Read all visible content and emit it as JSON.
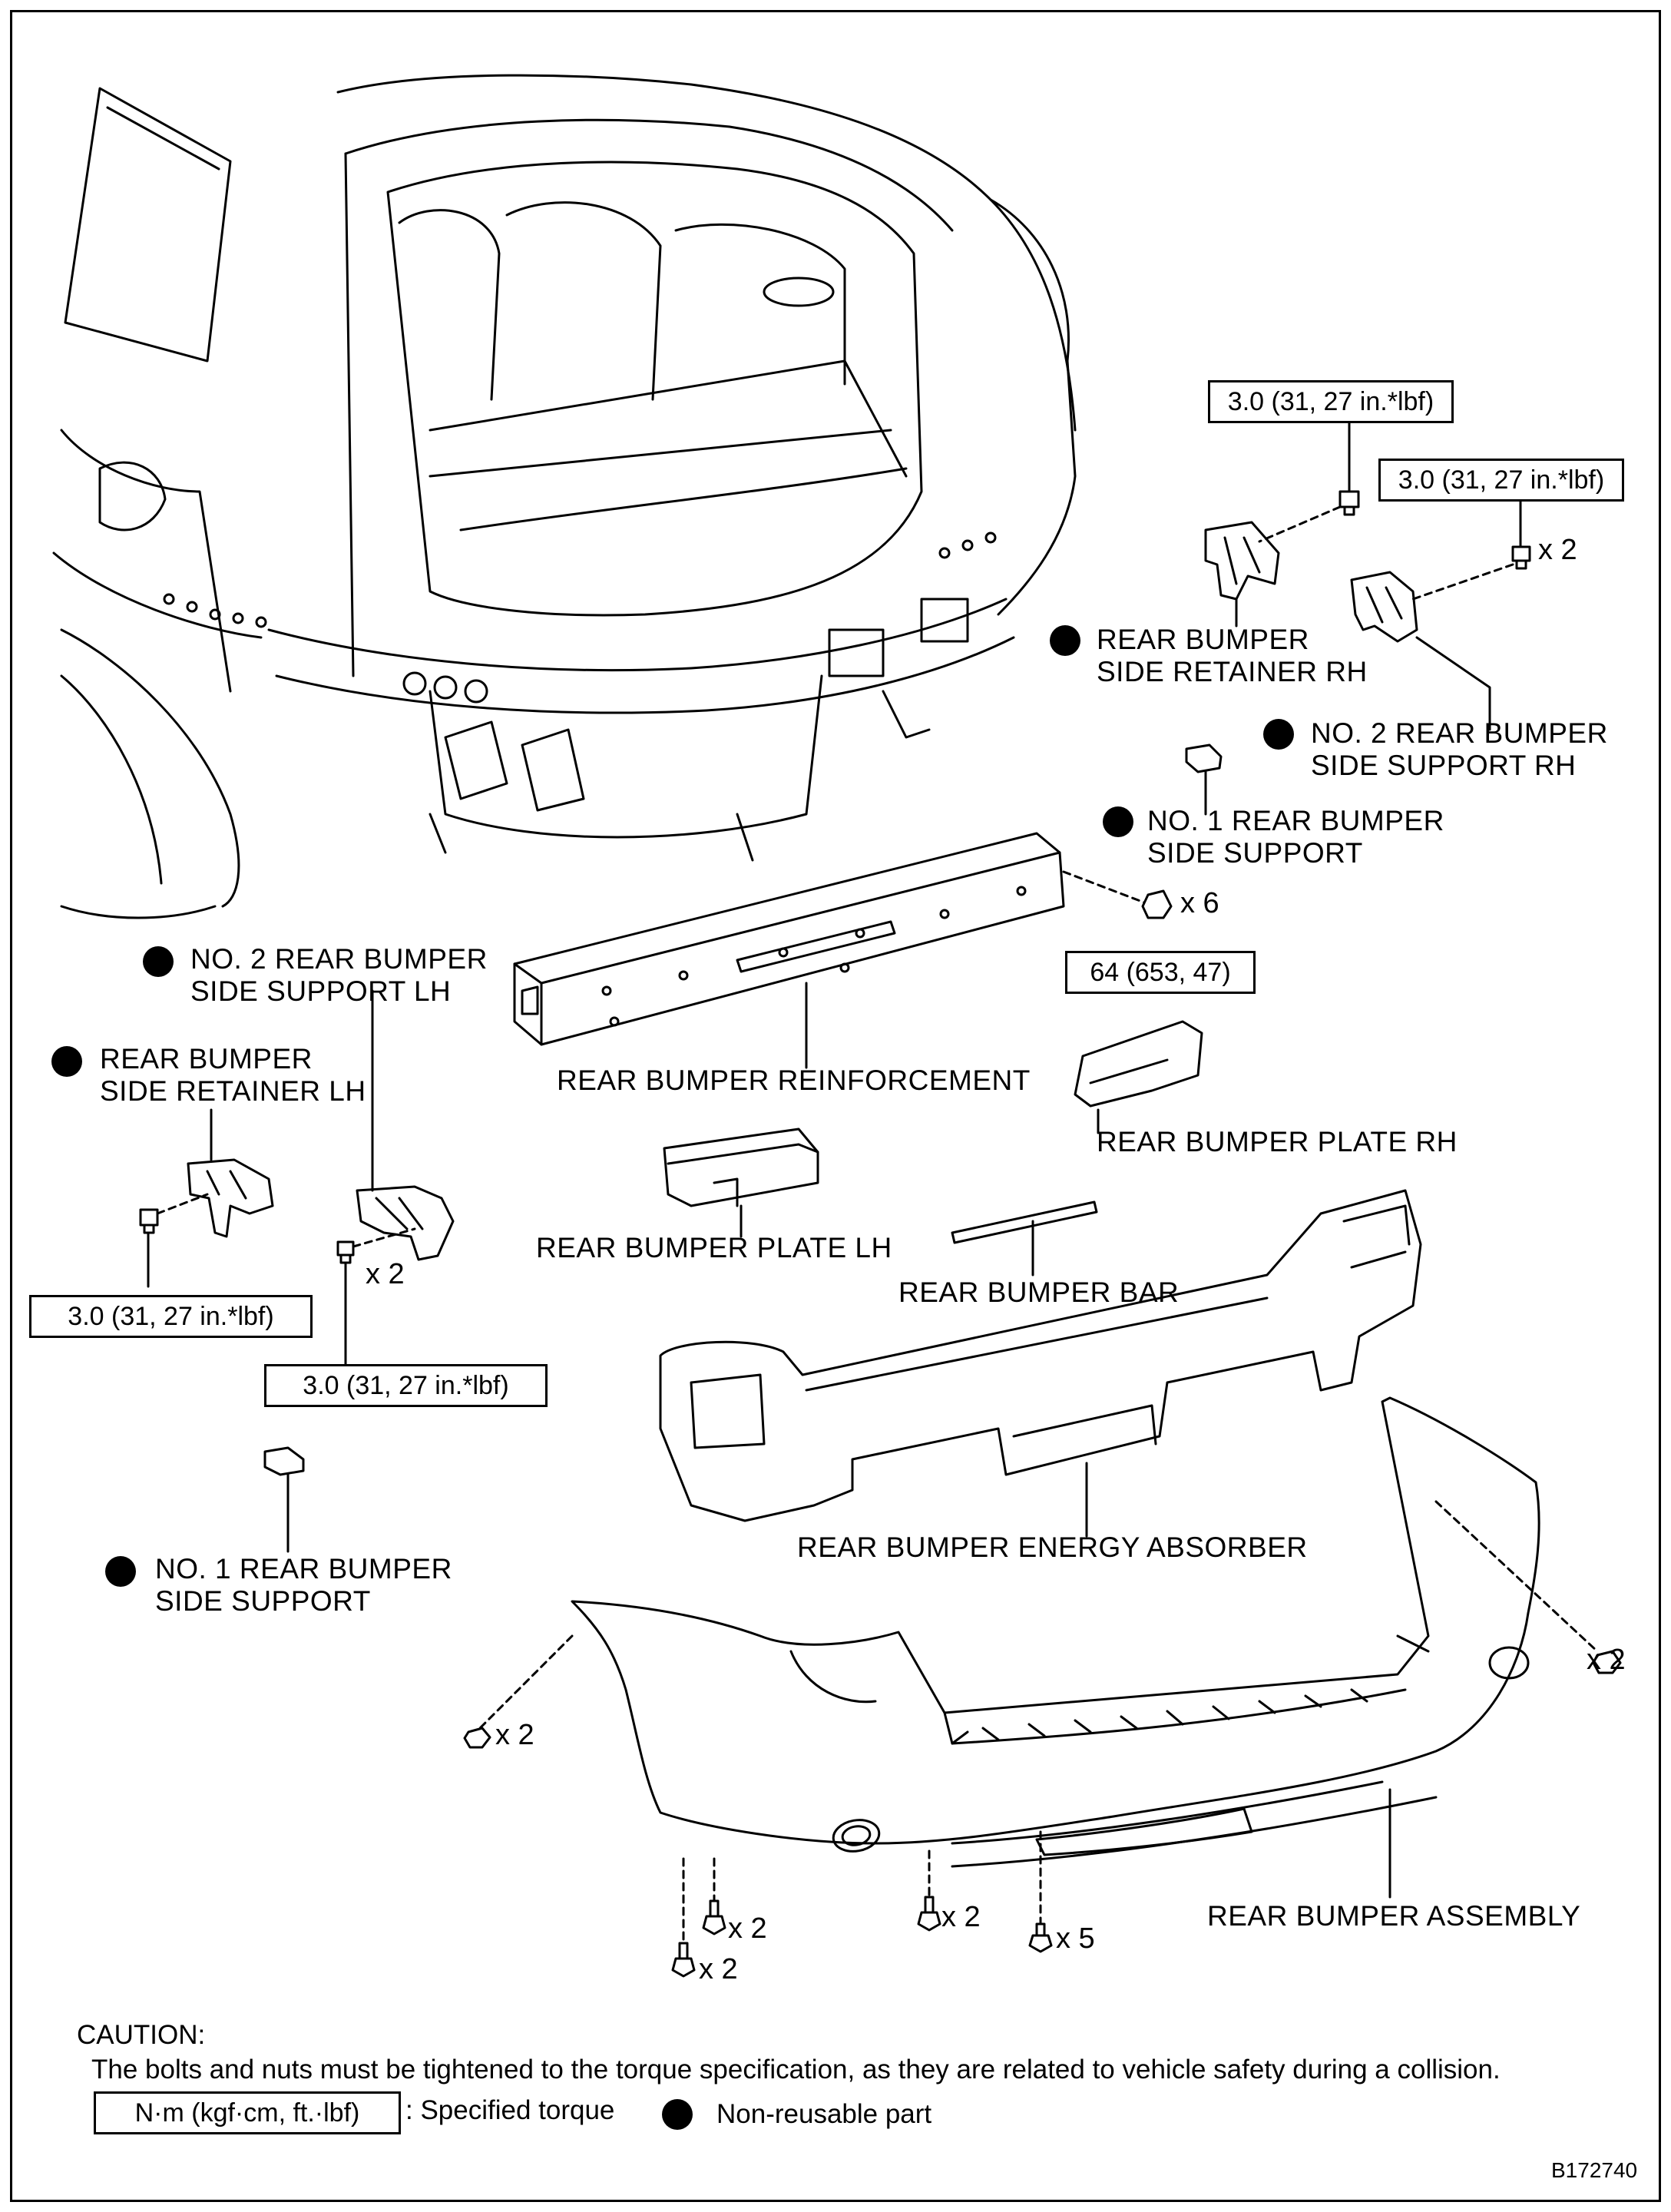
{
  "parts": {
    "side_retainer_rh": "REAR BUMPER\nSIDE RETAINER RH",
    "no2_side_support_rh": "NO. 2 REAR BUMPER\nSIDE SUPPORT RH",
    "no1_side_support_rh": "NO. 1 REAR BUMPER\nSIDE SUPPORT",
    "no2_side_support_lh": "NO. 2 REAR BUMPER\nSIDE SUPPORT LH",
    "side_retainer_lh": "REAR BUMPER\nSIDE RETAINER LH",
    "reinforcement": "REAR BUMPER REINFORCEMENT",
    "plate_rh": "REAR BUMPER PLATE RH",
    "plate_lh": "REAR BUMPER PLATE LH",
    "bar": "REAR BUMPER BAR",
    "energy_absorber": "REAR BUMPER ENERGY ABSORBER",
    "no1_side_support_lh": "NO. 1 REAR BUMPER\nSIDE SUPPORT",
    "assembly": "REAR BUMPER ASSEMBLY"
  },
  "torque": {
    "rh_retainer": "3.0 (31, 27 in.*lbf)",
    "rh_support": "3.0 (31, 27 in.*lbf)",
    "reinforcement_nut": "64 (653, 47)",
    "lh_retainer": "3.0 (31, 27 in.*lbf)",
    "lh_support": "3.0 (31, 27 in.*lbf)"
  },
  "counts": {
    "rh_support_bolt": "x 2",
    "reinforcement_nut": "x 6",
    "lh_support_bolt": "x 2",
    "bumper_right_clip": "x 2",
    "bumper_left_clip": "x 2",
    "bottom_clip_a": "x 2",
    "bottom_clip_b": "x 2",
    "bottom_clip_c": "x 2",
    "bottom_clip_d": "x 5"
  },
  "legend": {
    "caution_title": "CAUTION:",
    "caution_text": "The bolts and nuts must be tightened to the torque specification, as they are related to vehicle safety during a collision.",
    "torque_unit": "N·m (kgf·cm, ft.·lbf)",
    "torque_desc": ": Specified torque",
    "nonreusable_desc": "Non-reusable part"
  },
  "figure_id": "B172740"
}
